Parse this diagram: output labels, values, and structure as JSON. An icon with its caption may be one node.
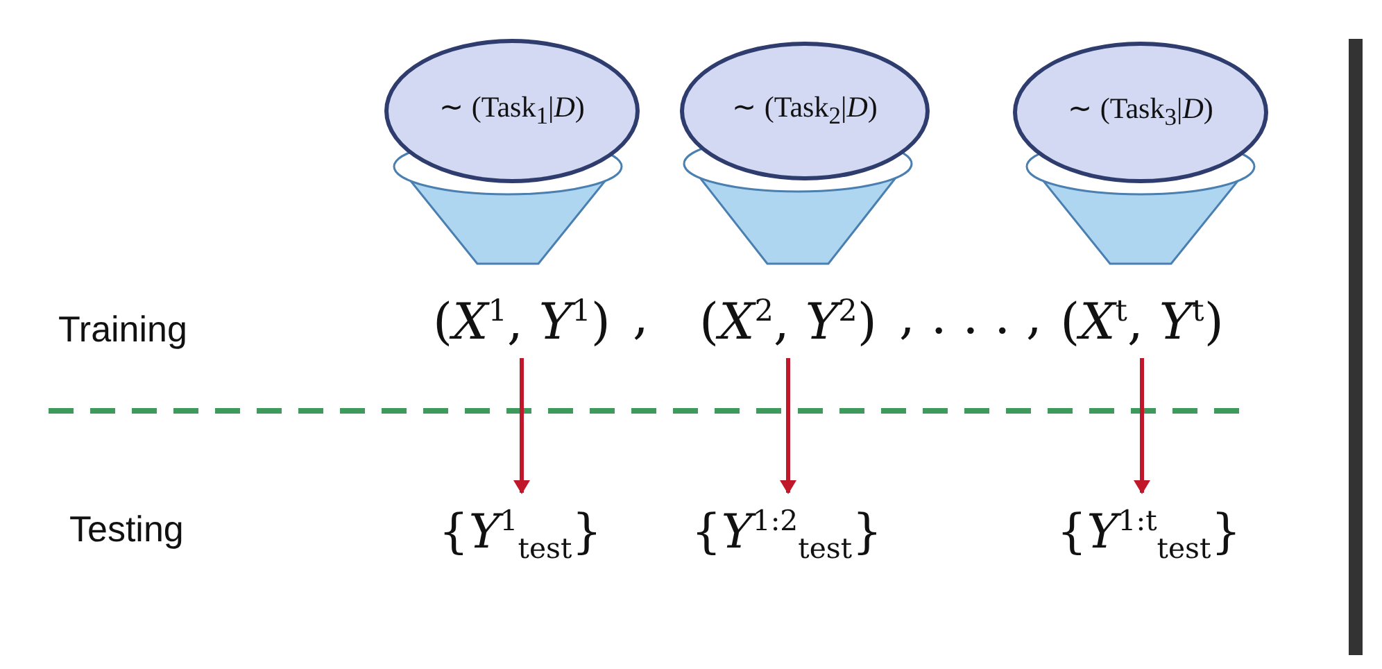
{
  "diagram": {
    "nodes": [
      {
        "text": [
          "∼ (Task$_{1}$|*D*)"
        ]
      },
      {
        "text": [
          "∼ (Task$_{2}$|*D*)"
        ]
      },
      {
        "text": [
          "∼ (Task$_{3}$|*D*)"
        ]
      },
      {
        "text": [
          "(*X*$^{1}$, *Y*$^{1}$)"
        ]
      },
      {
        "text": [
          "(*X*$^{2}$, *Y*$^{2}$)"
        ]
      },
      {
        "text": [
          "(*X*$^{t}$, *Y*$^{t}$)"
        ]
      },
      {
        "text": [
          "{*Y*$^{1}$$_{test}$}"
        ]
      },
      {
        "text": [
          "{*Y*$^{1:2}$$_{test}$}"
        ]
      },
      {
        "text": [
          "{*Y*$^{1:t}$$_{test}$}"
        ]
      }
    ],
    "edges": [
      {
        "from": 3,
        "to": 6,
        "arrow": "to",
        "color": "#c0182a"
      },
      {
        "from": 4,
        "to": 7,
        "arrow": "to",
        "color": "#c0182a"
      },
      {
        "from": 5,
        "to": 8,
        "arrow": "to",
        "color": "#c0182a"
      }
    ],
    "labels": [
      "Training",
      ",",
      ", . . . ,",
      "Testing"
    ]
  }
}
